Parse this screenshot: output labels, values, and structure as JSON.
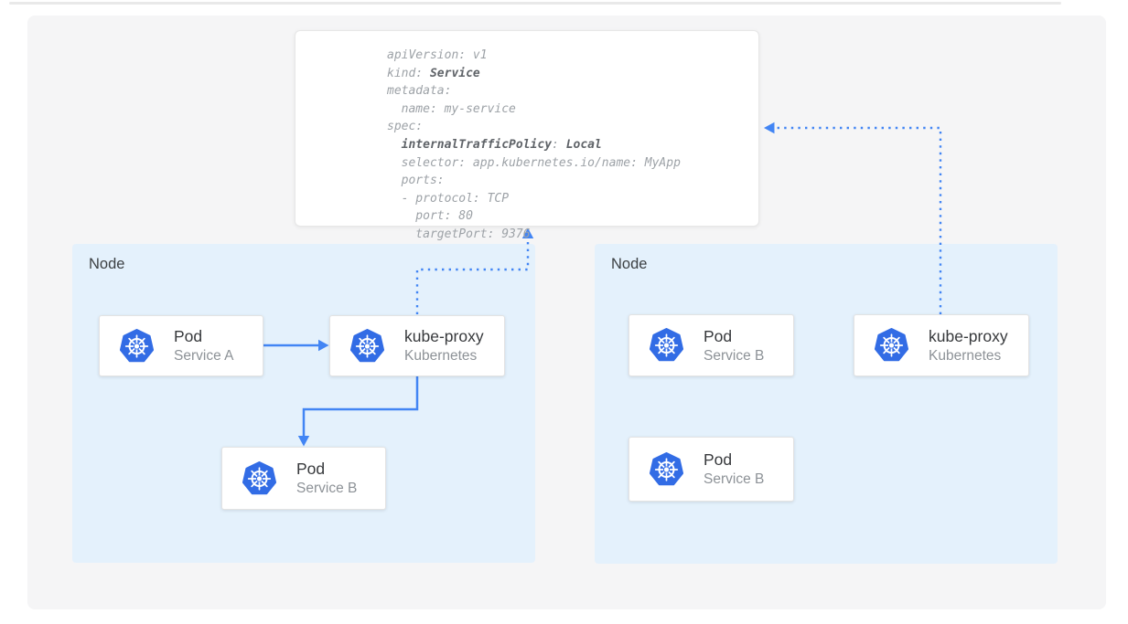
{
  "colors": {
    "kubernetes_blue": "#326CE5",
    "arrow_blue": "#4285F4",
    "node_background": "#E4F1FC",
    "canvas_background": "#F5F5F6",
    "card_title_text": "#37393C",
    "card_subtitle_text": "#8D9297",
    "code_regular_text": "#9DA2A7",
    "code_bold_text": "#5F6368"
  },
  "yaml_card": {
    "code_lines": [
      {
        "t1": "apiVersion: v1",
        "b": "",
        "t2": "",
        "b2": ""
      },
      {
        "t1": "kind: ",
        "b": "Service",
        "t2": "",
        "b2": ""
      },
      {
        "t1": "metadata:",
        "b": "",
        "t2": "",
        "b2": ""
      },
      {
        "t1": "  name: my-service",
        "b": "",
        "t2": "",
        "b2": ""
      },
      {
        "t1": "spec:",
        "b": "",
        "t2": "",
        "b2": ""
      },
      {
        "t1": "  ",
        "b": "internalTrafficPolicy",
        "t2": ": ",
        "b2": "Local"
      },
      {
        "t1": "  selector: app.kubernetes.io/name: MyApp",
        "b": "",
        "t2": "",
        "b2": ""
      },
      {
        "t1": "  ports:",
        "b": "",
        "t2": "",
        "b2": ""
      },
      {
        "t1": "  - protocol: TCP",
        "b": "",
        "t2": "",
        "b2": ""
      },
      {
        "t1": "    port: 80",
        "b": "",
        "t2": "",
        "b2": ""
      },
      {
        "t1": "    targetPort: 9376",
        "b": "",
        "t2": "",
        "b2": ""
      }
    ]
  },
  "nodes": [
    {
      "label": "Node",
      "cards": [
        {
          "title": "Pod",
          "subtitle": "Service A",
          "icon": "kubernetes-icon"
        },
        {
          "title": "kube-proxy",
          "subtitle": "Kubernetes",
          "icon": "kubernetes-icon"
        },
        {
          "title": "Pod",
          "subtitle": "Service B",
          "icon": "kubernetes-icon"
        }
      ]
    },
    {
      "label": "Node",
      "cards": [
        {
          "title": "Pod",
          "subtitle": "Service B",
          "icon": "kubernetes-icon"
        },
        {
          "title": "kube-proxy",
          "subtitle": "Kubernetes",
          "icon": "kubernetes-icon"
        },
        {
          "title": "Pod",
          "subtitle": "Service B",
          "icon": "kubernetes-icon"
        }
      ]
    }
  ]
}
